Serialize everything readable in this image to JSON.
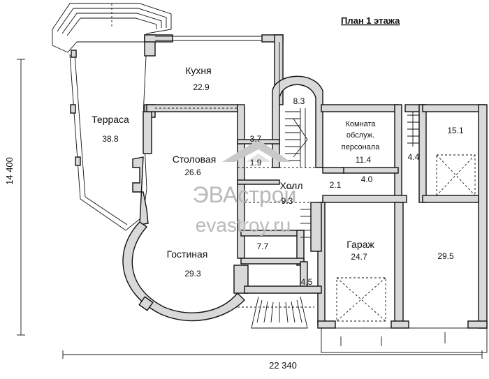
{
  "title": "План 1 этажа",
  "watermark": {
    "brand": "ЭВАстрой",
    "site": "evastroy.ru"
  },
  "dimensions": {
    "width": "22 340",
    "depth": "14 400"
  },
  "rooms": {
    "kitchen": {
      "name": "Кухня",
      "area": "22.9"
    },
    "terrace": {
      "name": "Терраса",
      "area": "38.8"
    },
    "dining": {
      "name": "Столовая",
      "area": "26.6"
    },
    "living": {
      "name": "Гостиная",
      "area": "29.3"
    },
    "hall": {
      "name": "Холл",
      "area": "9.3"
    },
    "staff_room": {
      "name_line1": "Комната",
      "name_line2": "обслуж.",
      "name_line3": "персонала",
      "area": "11.4"
    },
    "garage": {
      "name": "Гараж",
      "area": "24.7"
    },
    "garage2": {
      "area": "29.5"
    },
    "room_15": {
      "area": "15.1"
    },
    "stair": {
      "area": "8.3"
    },
    "pantry": {
      "area": "3.7"
    },
    "wc1": {
      "area": "1.9"
    },
    "wc2": {
      "area": "2.1"
    },
    "bath": {
      "area": "4.0"
    },
    "corridor": {
      "area": "4.4"
    },
    "boiler": {
      "area": "7.7"
    },
    "vestibule": {
      "area": "4.5"
    }
  }
}
